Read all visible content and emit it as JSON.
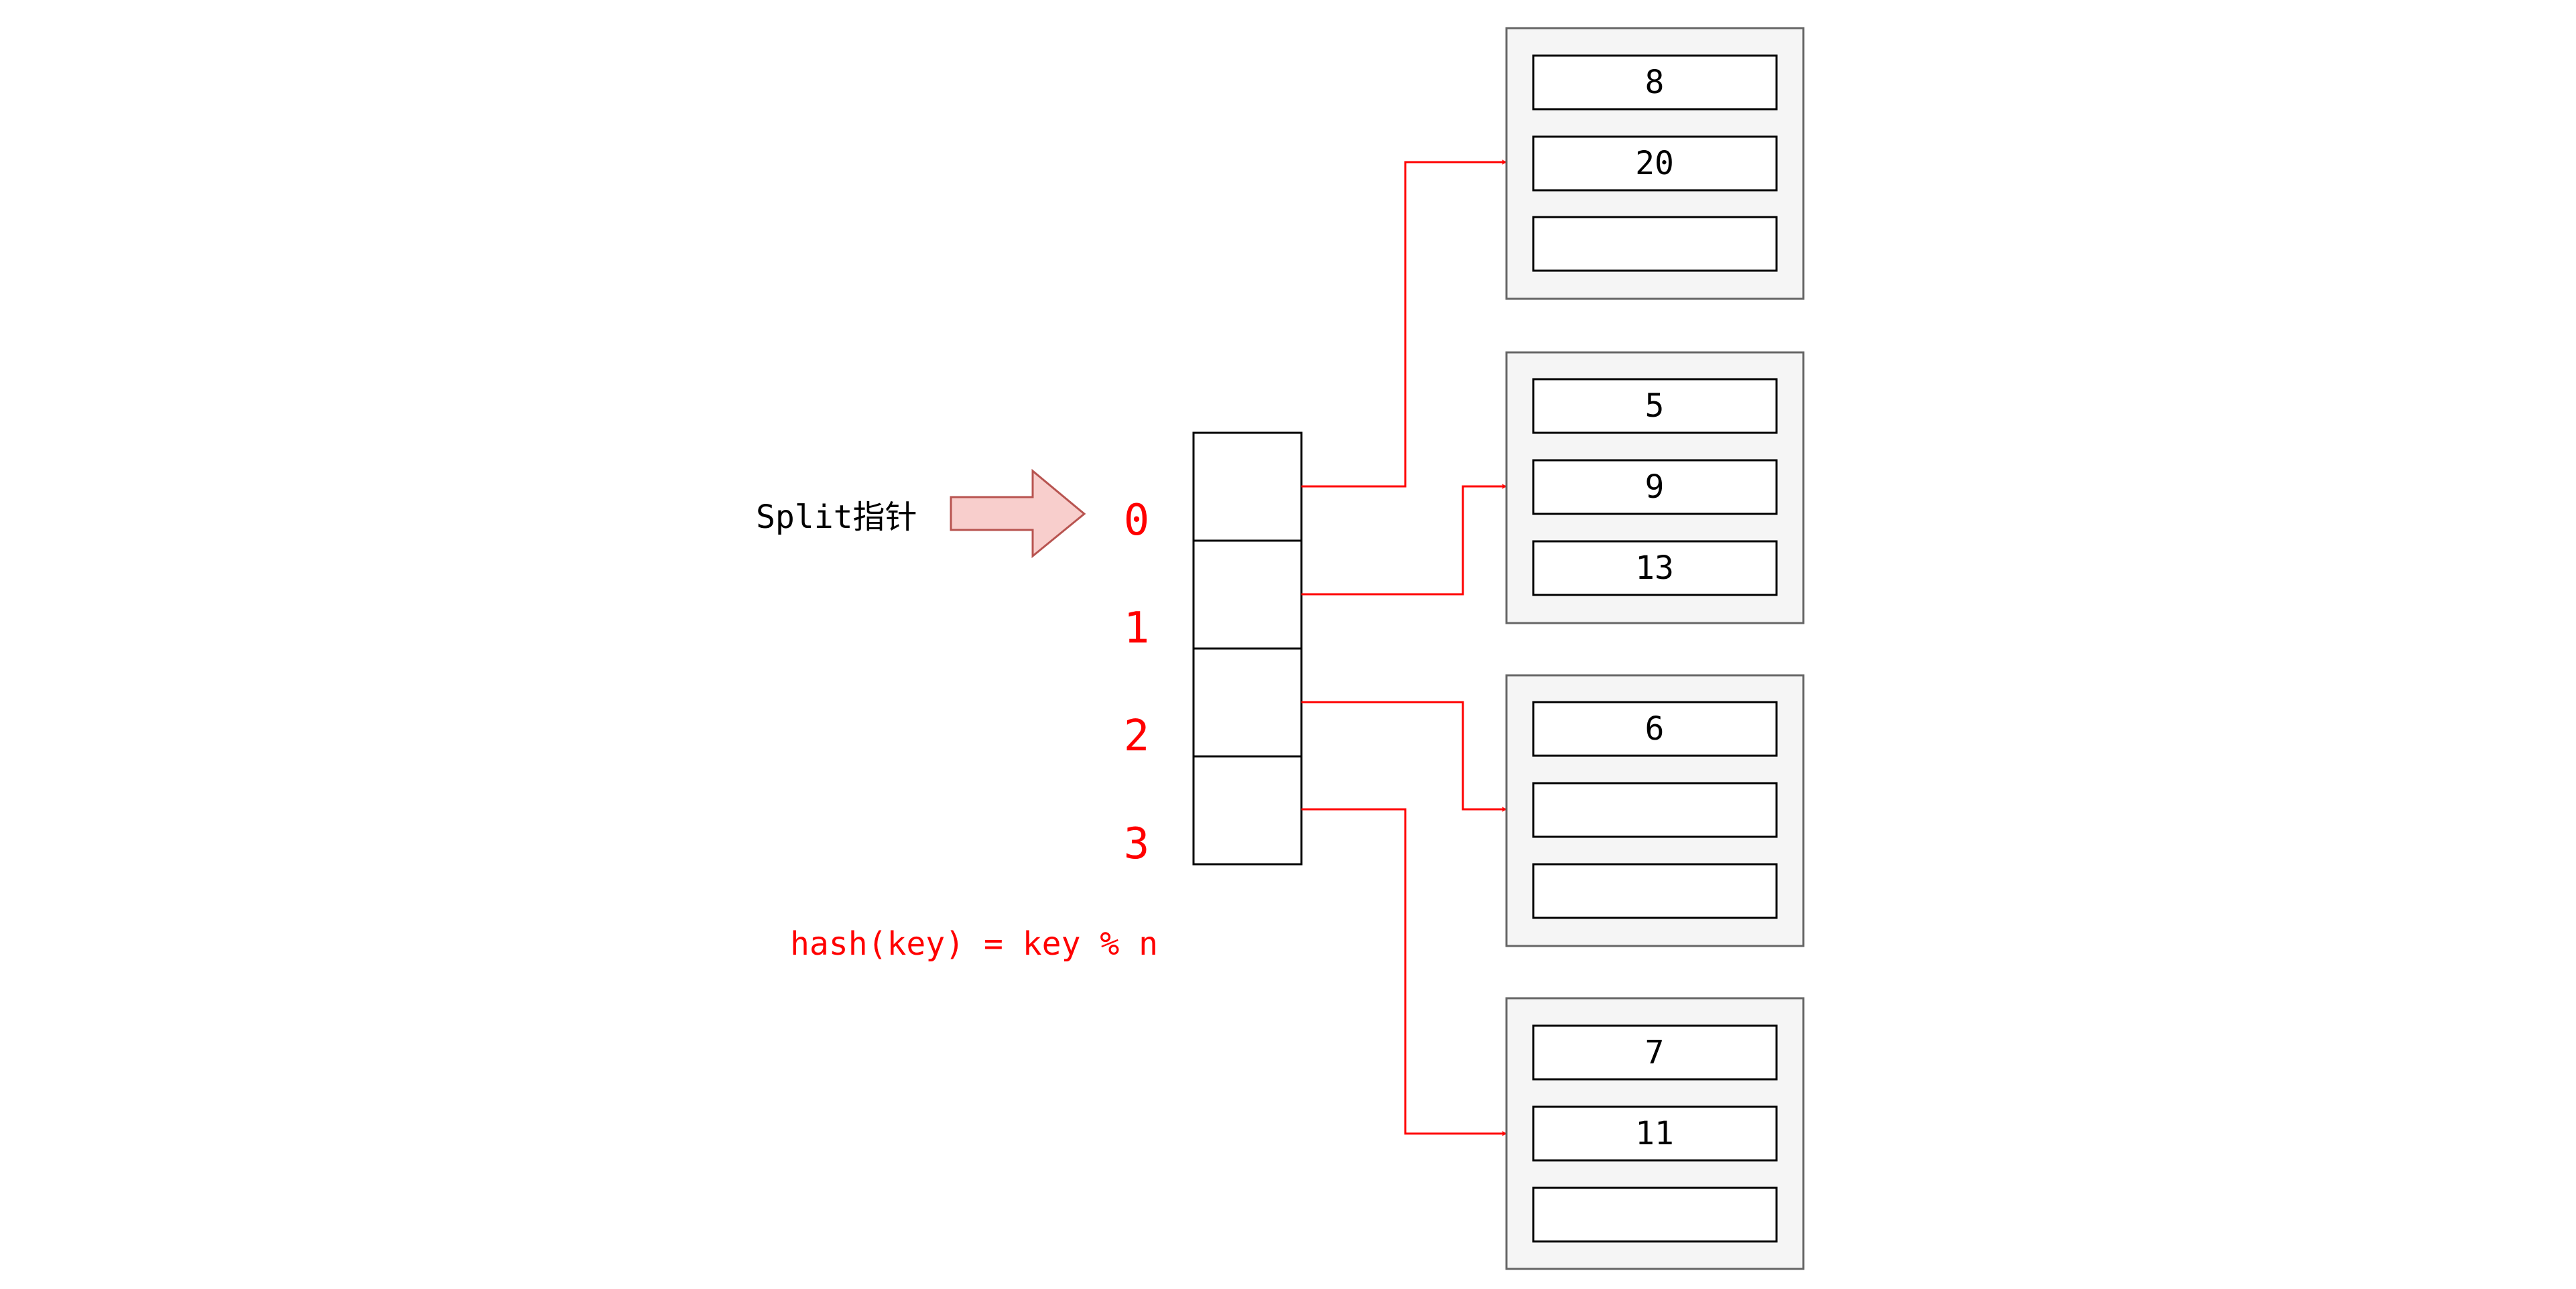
{
  "split_pointer": {
    "label": "Split指针",
    "arrow_fill": "#f8cecc",
    "arrow_stroke": "#b85450"
  },
  "array": {
    "indices": [
      "0",
      "1",
      "2",
      "3"
    ]
  },
  "buckets": [
    {
      "cells": [
        "8",
        "20",
        ""
      ]
    },
    {
      "cells": [
        "5",
        "9",
        "13"
      ]
    },
    {
      "cells": [
        "6",
        "",
        ""
      ]
    },
    {
      "cells": [
        "7",
        "11",
        ""
      ]
    }
  ],
  "formula": "hash(key) = key % n",
  "colors": {
    "link": "#ff0000",
    "index": "#ff0000",
    "formula": "#ff0000",
    "bucket_fill": "#f5f5f5",
    "bucket_stroke": "#666666",
    "cell_fill": "#ffffff",
    "cell_stroke": "#000000"
  }
}
